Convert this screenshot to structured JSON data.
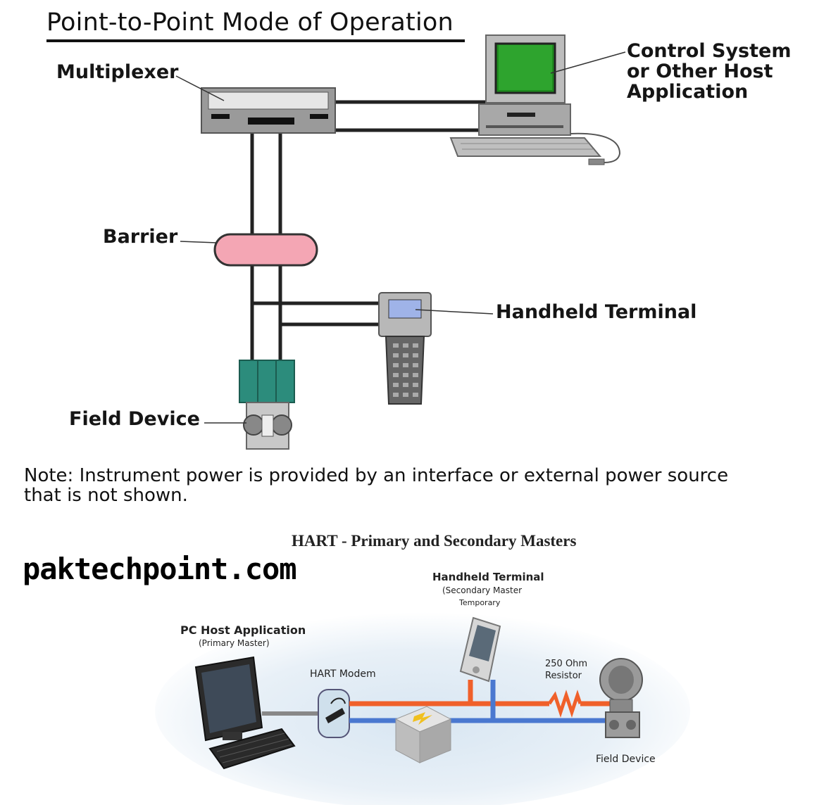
{
  "top_diagram": {
    "title": "Point-to-Point Mode of Operation",
    "labels": {
      "multiplexer": "Multiplexer",
      "control_system_line1": "Control System",
      "control_system_line2": "or Other Host",
      "control_system_line3": "Application",
      "barrier": "Barrier",
      "handheld_terminal": "Handheld Terminal",
      "field_device": "Field Device"
    },
    "note_line1": "Note: Instrument power is provided by an interface or external power source",
    "note_line2": "that is not shown."
  },
  "watermark": "paktechpoint.com",
  "bottom_diagram": {
    "title": "HART - Primary and Secondary Masters",
    "labels": {
      "handheld_terminal": "Handheld Terminal",
      "secondary_master": "(Secondary Master",
      "temporary": "Temporary",
      "pc_host": "PC Host Application",
      "primary_master": "(Primary Master)",
      "hart_modem": "HART Modem",
      "resistor_line1": "250 Ohm",
      "resistor_line2": "Resistor",
      "field_device": "Field Device"
    },
    "colors": {
      "loop_positive": "#f0602a",
      "loop_negative": "#4a78d0"
    }
  }
}
